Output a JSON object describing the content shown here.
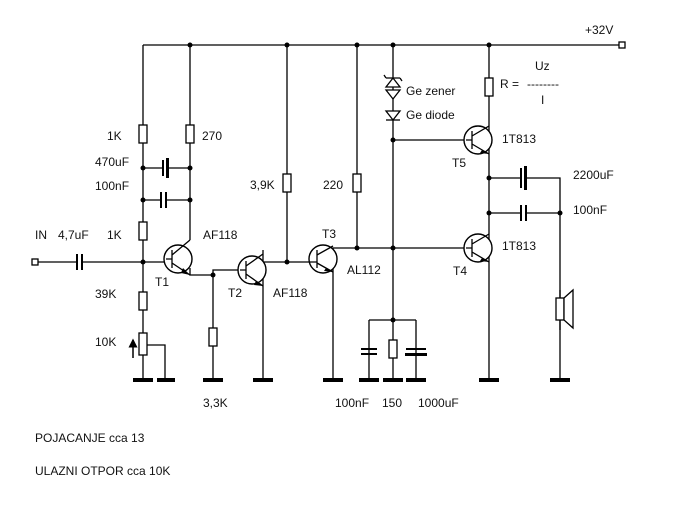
{
  "supply": "+32V",
  "formula": {
    "lhs": "R =",
    "dashes": "--------",
    "num": "Uz",
    "den": "I"
  },
  "input": "IN",
  "components": {
    "c_in": "4,7uF",
    "r_1k_bias": "1K",
    "r_1k_top": "1K",
    "c_470": "470uF",
    "c_100n_left": "100nF",
    "r_270": "270",
    "r_39k": "39K",
    "pot_10k": "10K",
    "r_3_3k": "3,3K",
    "r_3_9k": "3,9K",
    "r_220": "220",
    "c_100n_bottom": "100nF",
    "r_150": "150",
    "c_1000": "1000uF",
    "zener": "Ge zener",
    "diode": "Ge diode",
    "c_2200": "2200uF",
    "c_100n_right": "100nF"
  },
  "transistors": {
    "t1_label": "T1",
    "t1_type": "AF118",
    "t2_label": "T2",
    "t2_type": "AF118",
    "t3_label": "T3",
    "t3_type": "AL112",
    "t4_label": "T4",
    "t4_type": "1T813",
    "t5_label": "T5",
    "t5_type": "1T813"
  },
  "notes": {
    "gain": "POJACANJE  cca 13",
    "input_resistance": "ULAZNI OTPOR  cca  10K"
  }
}
